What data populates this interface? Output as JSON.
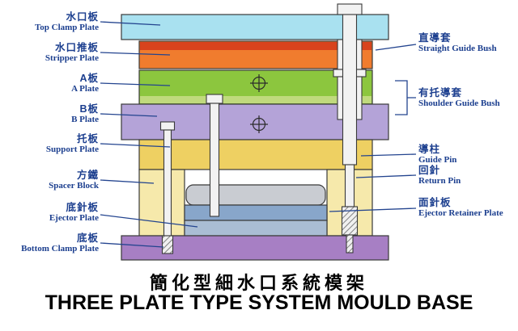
{
  "title": {
    "chinese": "簡化型細水口系統模架",
    "english": "THREE PLATE TYPE SYSTEM MOULD BASE"
  },
  "left_labels": [
    {
      "cn": "水口板",
      "en": "Top Clamp Plate"
    },
    {
      "cn": "水口推板",
      "en": "Stripper Plate"
    },
    {
      "cn": "A板",
      "en": "A Plate"
    },
    {
      "cn": "B板",
      "en": "B Plate"
    },
    {
      "cn": "托板",
      "en": "Support Plate"
    },
    {
      "cn": "方鐵",
      "en": "Spacer Block"
    },
    {
      "cn": "底針板",
      "en": "Ejector Plate"
    },
    {
      "cn": "底板",
      "en": "Bottom Clamp Plate"
    }
  ],
  "right_labels": [
    {
      "cn": "直導套",
      "en": "Straight Guide Bush"
    },
    {
      "cn": "有托導套",
      "en": "Shoulder Guide Bush"
    },
    {
      "cn": "導柱",
      "en": "Guide Pin"
    },
    {
      "cn": "回針",
      "en": "Return Pin"
    },
    {
      "cn": "面針板",
      "en": "Ejector Retainer Plate"
    }
  ],
  "colors": {
    "top_clamp_plate": "#a9e1f0",
    "stripper_plate": "#f07c2e",
    "stripper_plate_dark": "#d8431d",
    "a_plate": "#8cc63e",
    "a_plate_light": "#c0da7d",
    "b_plate": "#b4a3d8",
    "support_plate": "#eed062",
    "spacer_block": "#f6e9ab",
    "ejector_retainer_plate": "#88a6ca",
    "ejector_plate": "#aabdd4",
    "bottom_clamp_plate": "#a77fc4",
    "pin_fill": "#f2f2f2",
    "bar_fill": "#c9ccd2",
    "label_text": "#1c3f8f",
    "leader_line": "#23448f",
    "outline": "#3a3a3a",
    "title_text": "#000000"
  }
}
